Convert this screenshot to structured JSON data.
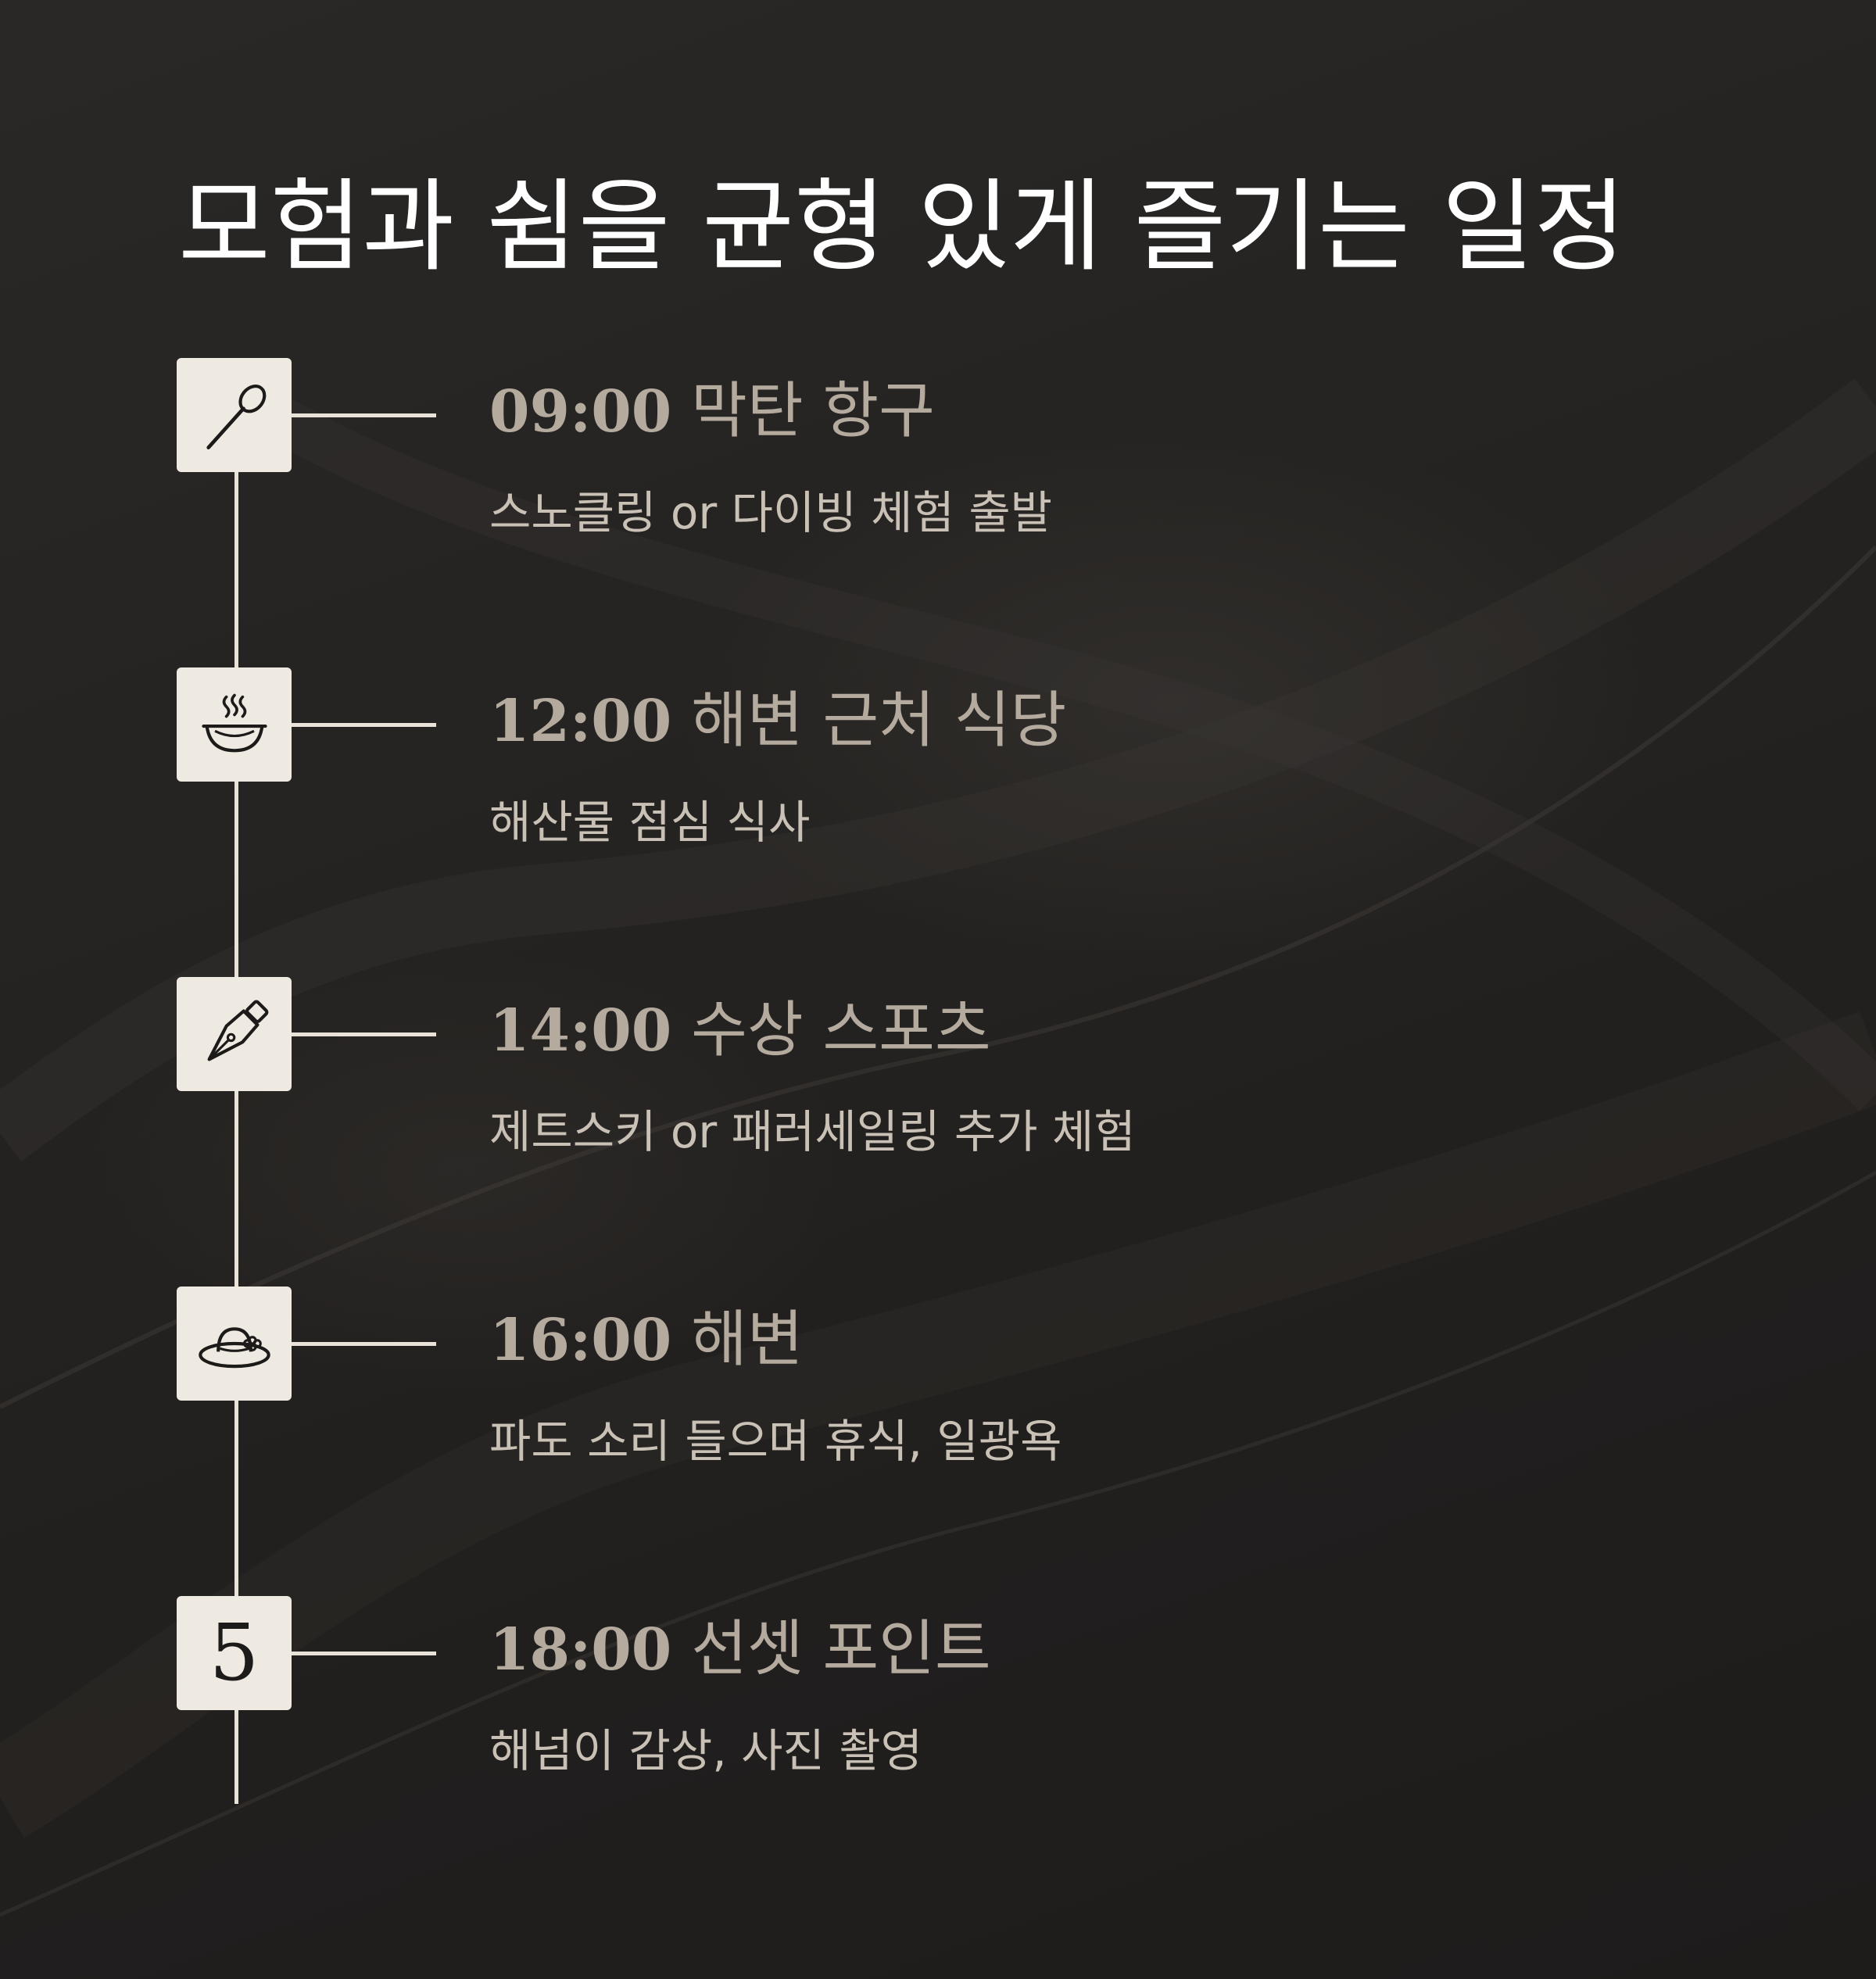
{
  "title": "모험과 쉼을 균형 있게 즐기는 일정",
  "colors": {
    "background": "#232120",
    "title_text": "#ffffff",
    "heading_text": "#b4aa9e",
    "desc_text": "#c9c1b6",
    "icon_box": "#efeae1",
    "timeline_line": "#e8e2d8"
  },
  "timeline": [
    {
      "icon": "snorkel-icon",
      "time": "09:00",
      "place": "막탄 항구",
      "desc": "스노클링 or 다이빙 체험 출발"
    },
    {
      "icon": "bowl-icon",
      "time": "12:00",
      "place": "해변 근처 식당",
      "desc": "해산물 점심 식사"
    },
    {
      "icon": "pen-nib-icon",
      "time": "14:00",
      "place": "수상 스포츠",
      "desc": "제트스키 or 패러세일링 추가 체험"
    },
    {
      "icon": "sun-hat-icon",
      "time": "16:00",
      "place": "해변",
      "desc": "파도 소리 들으며 휴식, 일광욕"
    },
    {
      "icon": "number-icon",
      "number": "5",
      "time": "18:00",
      "place": "선셋 포인트",
      "desc": "해넘이 감상, 사진 촬영"
    }
  ]
}
